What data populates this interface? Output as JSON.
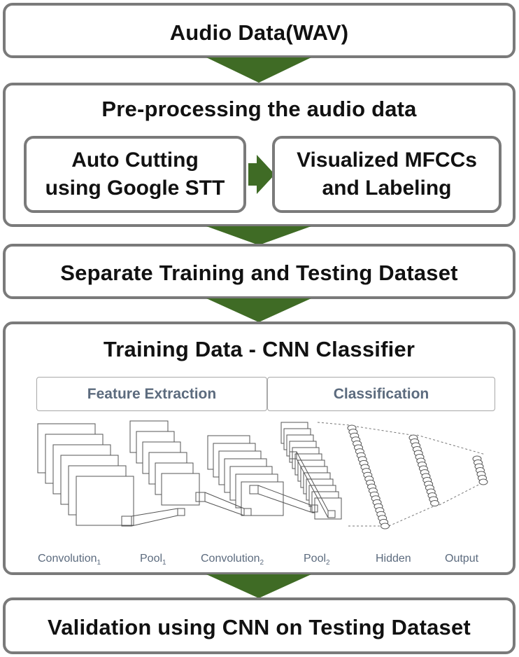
{
  "steps": {
    "audio": "Audio Data(WAV)",
    "preprocess": {
      "title": "Pre-processing the audio data",
      "left_line1": "Auto Cutting",
      "left_line2": "using Google STT",
      "right_line1": "Visualized MFCCs",
      "right_line2": "and Labeling"
    },
    "separate": "Separate Training and Testing Dataset",
    "training": {
      "title": "Training Data - CNN Classifier",
      "feature_label": "Feature Extraction",
      "classification_label": "Classification",
      "layers": [
        {
          "name": "Convolution",
          "sub": "1"
        },
        {
          "name": "Pool",
          "sub": "1"
        },
        {
          "name": "Convolution",
          "sub": "2"
        },
        {
          "name": "Pool",
          "sub": "2"
        },
        {
          "name": "Hidden",
          "sub": ""
        },
        {
          "name": "Output",
          "sub": ""
        }
      ]
    },
    "validation": "Validation using CNN on Testing Dataset"
  },
  "colors": {
    "arrow": "#3f6b25",
    "border": "#7a7a7a",
    "label_text": "#5c6b7e"
  }
}
